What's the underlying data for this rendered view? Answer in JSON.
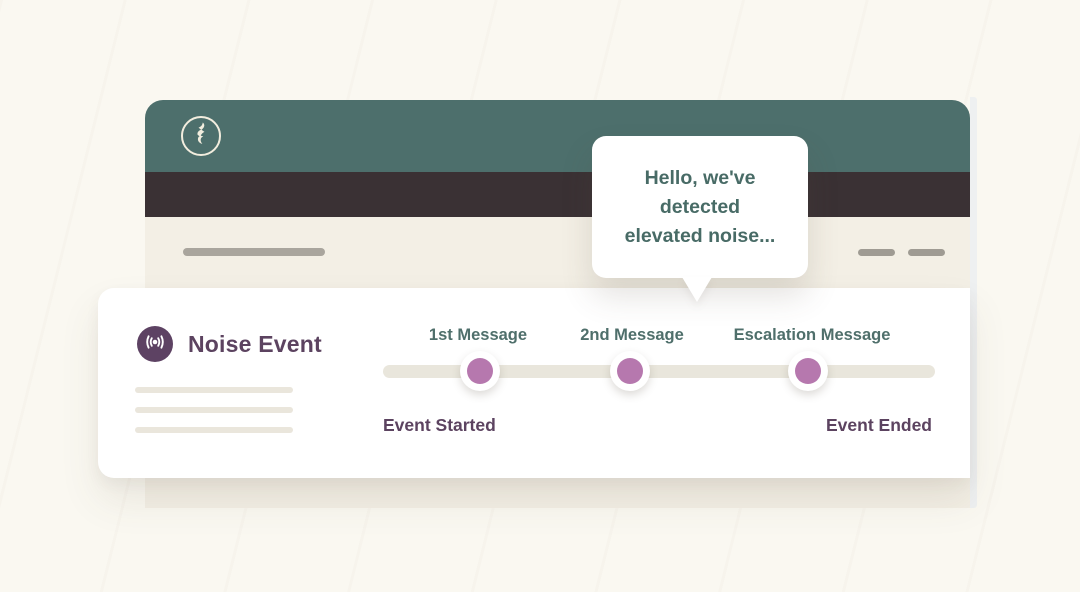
{
  "window": {
    "logo_icon": "quarter-rest-icon"
  },
  "tooltip": {
    "lines": {
      "0": "Hello, we've",
      "1": "detected",
      "2": "elevated noise..."
    }
  },
  "card": {
    "icon": "noise-broadcast-icon",
    "title": "Noise Event",
    "timeline": {
      "milestones": {
        "0": {
          "label": "1st Message"
        },
        "1": {
          "label": "2nd Message"
        },
        "2": {
          "label": "Escalation Message"
        }
      },
      "start_label": "Event Started",
      "end_label": "Event Ended"
    }
  },
  "colors": {
    "background": "#faf8f1",
    "header_teal": "#4d6f6c",
    "dark_bar": "#3a3134",
    "window_cream": "#f3efe5",
    "plum_text": "#5c4360",
    "badge_plum": "#5d4263",
    "teal_label": "#4f6f6b",
    "tooltip_text": "#486b66",
    "dot_mauve": "#b678ae",
    "track_beige": "#e9e6dc"
  }
}
